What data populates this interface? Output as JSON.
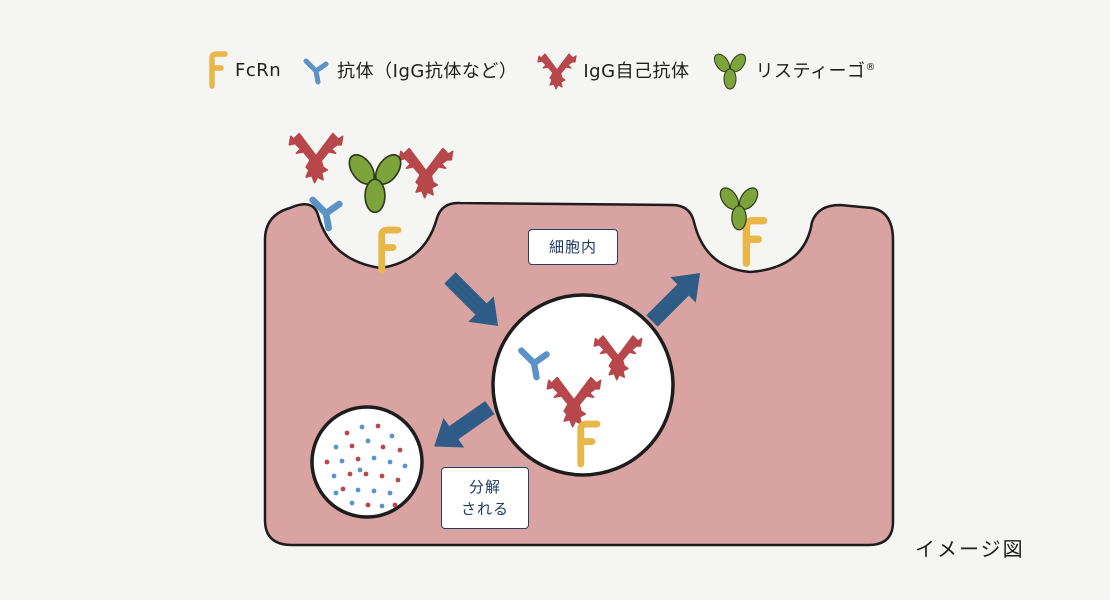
{
  "legend": {
    "fcrn": "FcRn",
    "antibody": "抗体（IgG抗体など）",
    "autoantibody": "IgG自己抗体",
    "drug": "リスティーゴ",
    "drug_mark": "®"
  },
  "labels": {
    "intracellular": "細胞内",
    "degraded_line1": "分解",
    "degraded_line2": "される"
  },
  "note": "イメージ図",
  "colors": {
    "background": "#f5f5f4",
    "cell": "#d8a3a1",
    "fcrn": "#e9b64a",
    "antibody": "#5b93c9",
    "autoantibody": "#b7474b",
    "drug": "#7da43b",
    "arrow": "#2f5c86",
    "label_border": "#253f66"
  },
  "icons": {
    "fcrn": "fcrn-receptor-icon",
    "antibody": "y-antibody-icon",
    "autoantibody": "spiky-autoantibody-icon",
    "drug": "three-leaf-drug-icon"
  }
}
